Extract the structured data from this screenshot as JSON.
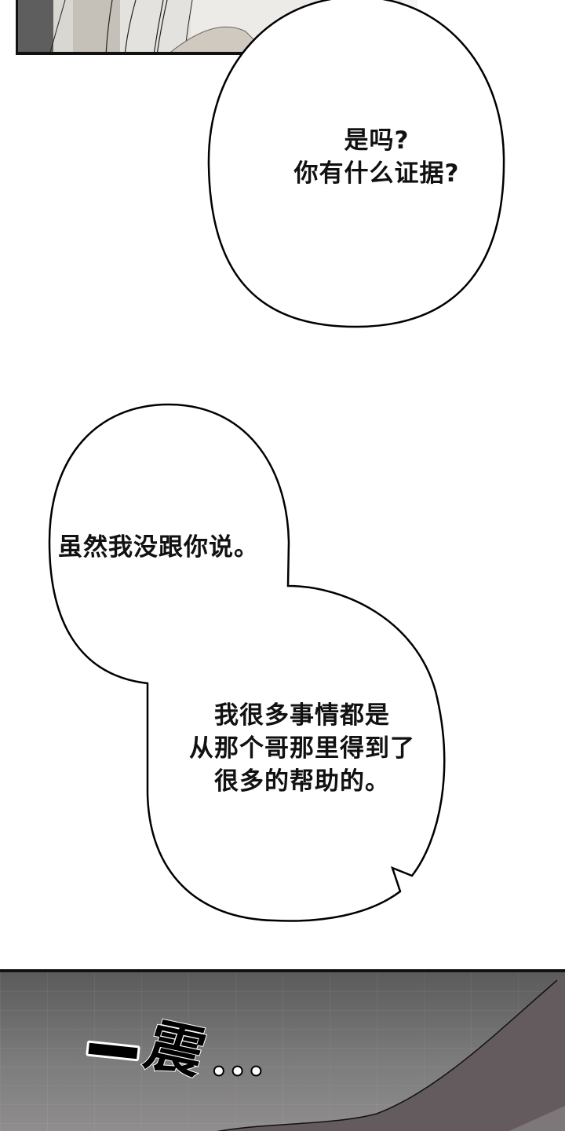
{
  "comic": {
    "panels": [
      {
        "id": "top",
        "description": "cropped illustrated panel, grey/beige tones"
      },
      {
        "id": "bottom",
        "description": "dark grey tiled wall scene"
      }
    ],
    "bubbles": [
      {
        "id": "bubble-1",
        "lines": "是吗?\n你有什么证据?"
      },
      {
        "id": "bubble-2",
        "lines": "虽然我没跟你说。"
      },
      {
        "id": "bubble-3",
        "lines": "我很多事情都是\n从那个哥那里得到了\n很多的帮助的。"
      }
    ],
    "sound_effect": {
      "dash": "一",
      "char": "震",
      "dots": "•••"
    },
    "colors": {
      "ink": "#111111",
      "paper": "#ffffff",
      "wall": "#6e6d6d",
      "floor": "#6a6265"
    }
  }
}
